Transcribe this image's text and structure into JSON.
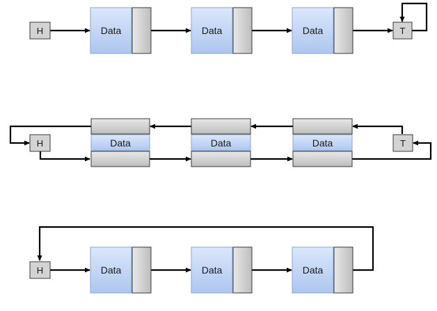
{
  "colors": {
    "data_fill_top": "#dbe7fb",
    "data_fill_bottom": "#adc6ef",
    "data_border": "#8aa6d6",
    "pointer_fill_top": "#e8e8e8",
    "pointer_fill_bottom": "#bdbdbd",
    "terminal_fill": "#d3d3d3",
    "arrow": "#000000"
  },
  "diagrams": [
    {
      "kind": "singly-linked",
      "head": "H",
      "tail": "T",
      "nodes": [
        "Data",
        "Data",
        "Data"
      ]
    },
    {
      "kind": "doubly-linked",
      "head": "H",
      "tail": "T",
      "nodes": [
        "Data",
        "Data",
        "Data"
      ]
    },
    {
      "kind": "circular",
      "head": "H",
      "nodes": [
        "Data",
        "Data",
        "Data"
      ]
    }
  ]
}
